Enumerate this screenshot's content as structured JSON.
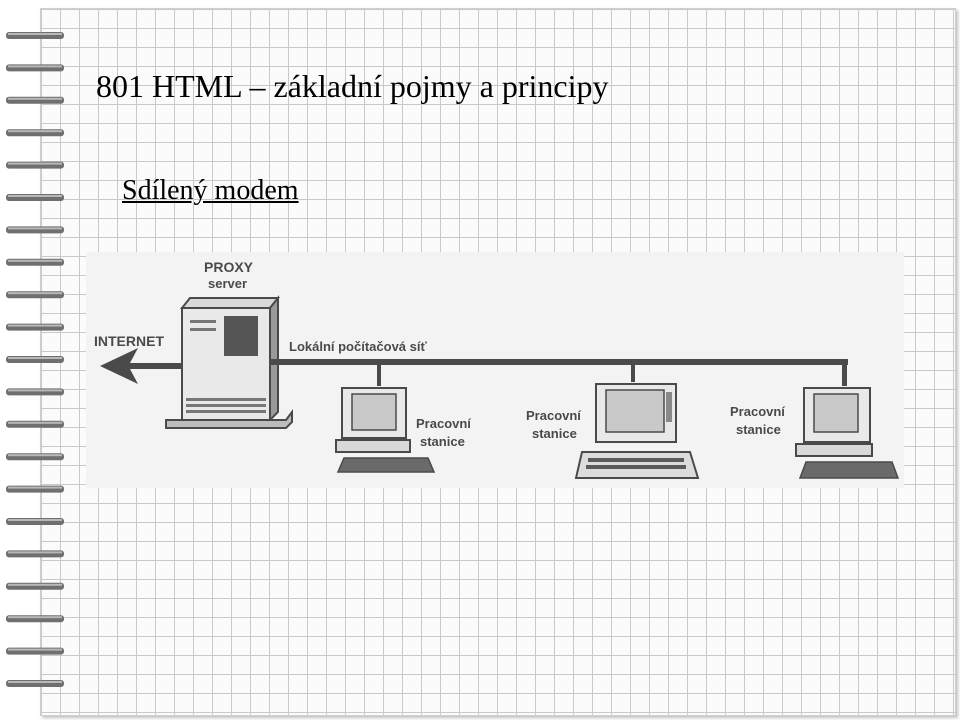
{
  "slide": {
    "title": "801 HTML – základní pojmy a principy",
    "subtitle": "Sdílený modem"
  },
  "diagram": {
    "proxy_label_line1": "PROXY",
    "proxy_label_line2": "server",
    "internet_label": "INTERNET",
    "lan_label": "Lokální počítačová síť",
    "workstations": [
      {
        "line1": "Pracovní",
        "line2": "stanice"
      },
      {
        "line1": "Pracovní",
        "line2": "stanice"
      },
      {
        "line1": "Pracovní",
        "line2": "stanice"
      }
    ],
    "colors": {
      "ink": "#4a4a4a",
      "paper": "#f3f3f3",
      "grid": "#c9c9c9"
    }
  }
}
